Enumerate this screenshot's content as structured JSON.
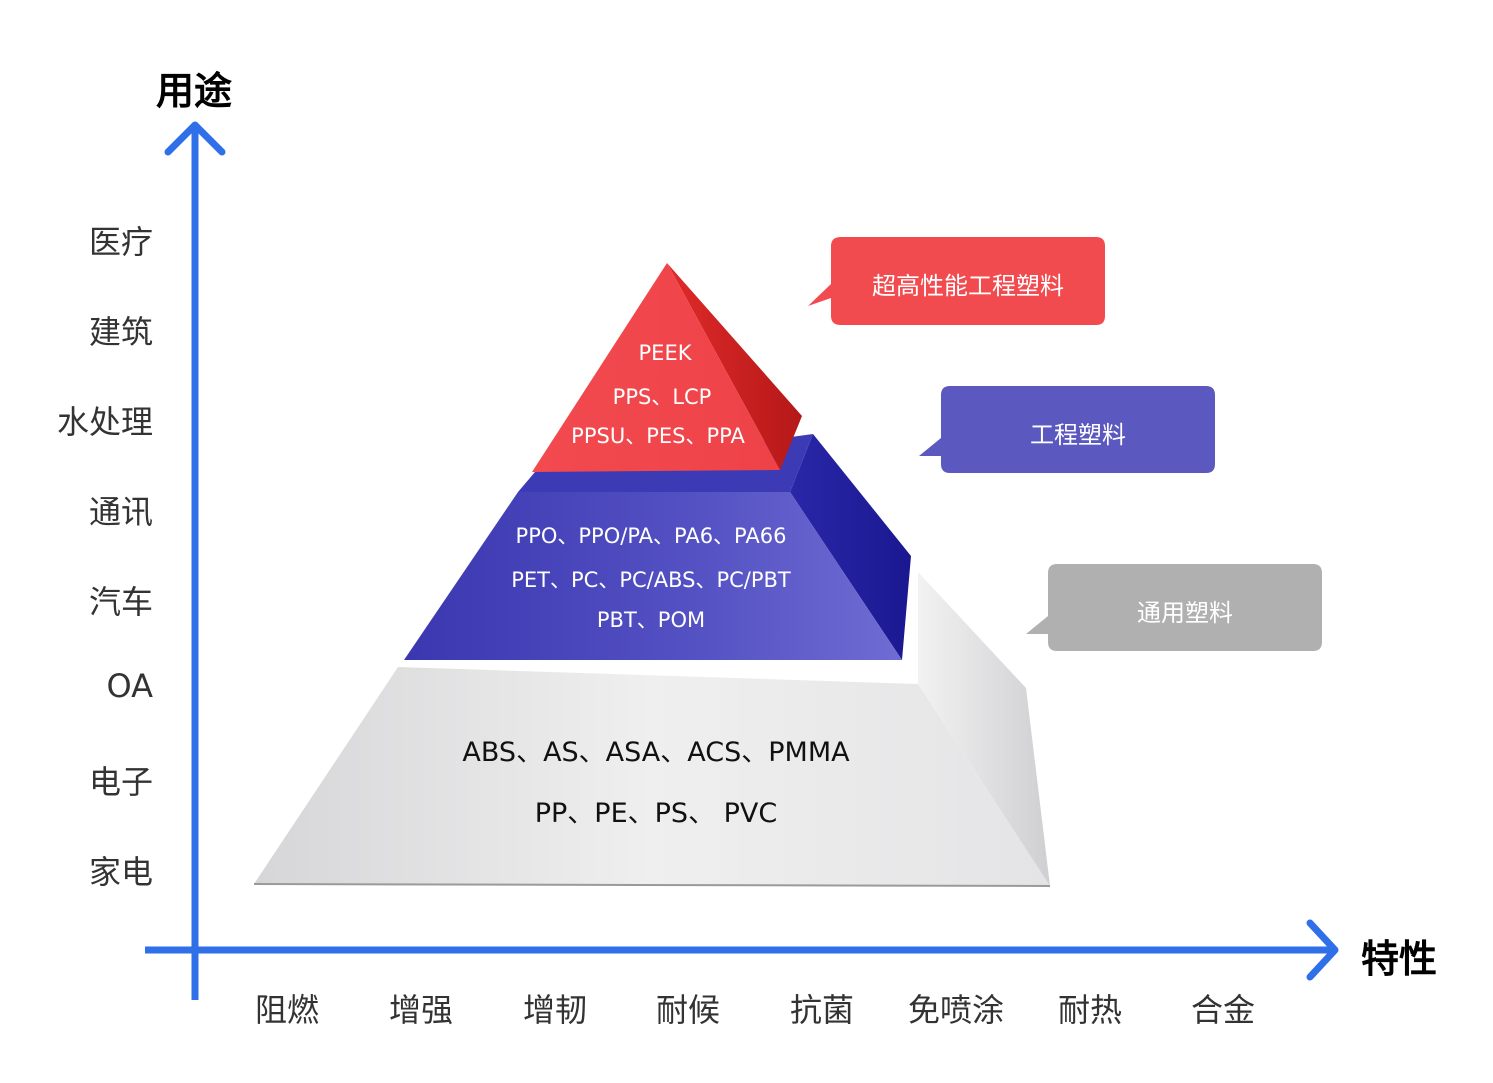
{
  "axes": {
    "y_title": "用途",
    "x_title": "特性",
    "y_labels": [
      "医疗",
      "建筑",
      "水处理",
      "通讯",
      "汽车",
      "OA",
      "电子",
      "家电"
    ],
    "x_labels": [
      "阻燃",
      "增强",
      "增韧",
      "耐候",
      "抗菌",
      "免喷涂",
      "耐热",
      "合金"
    ]
  },
  "tiers": {
    "top": {
      "callout": "超高性能工程塑料",
      "lines": [
        "PEEK",
        "PPS、LCP",
        "PPSU、PES、PPA"
      ]
    },
    "middle": {
      "callout": "工程塑料",
      "lines": [
        "PPO、PPO/PA、PA6、PA66",
        "PET、PC、PC/ABS、PC/PBT",
        "PBT、POM"
      ]
    },
    "bottom": {
      "callout": "通用塑料",
      "lines": [
        "ABS、AS、ASA、ACS、PMMA",
        "PP、PE、PS、 PVC"
      ]
    }
  },
  "colors": {
    "axis": "#2f6fe8",
    "top_tier": "#ef3b3b",
    "middle_tier": "#4a47b8",
    "bottom_tier": "#e9e9ea",
    "callout_top": "#f24b4f",
    "callout_middle": "#5b58c0",
    "callout_bottom": "#b0b0b0"
  }
}
